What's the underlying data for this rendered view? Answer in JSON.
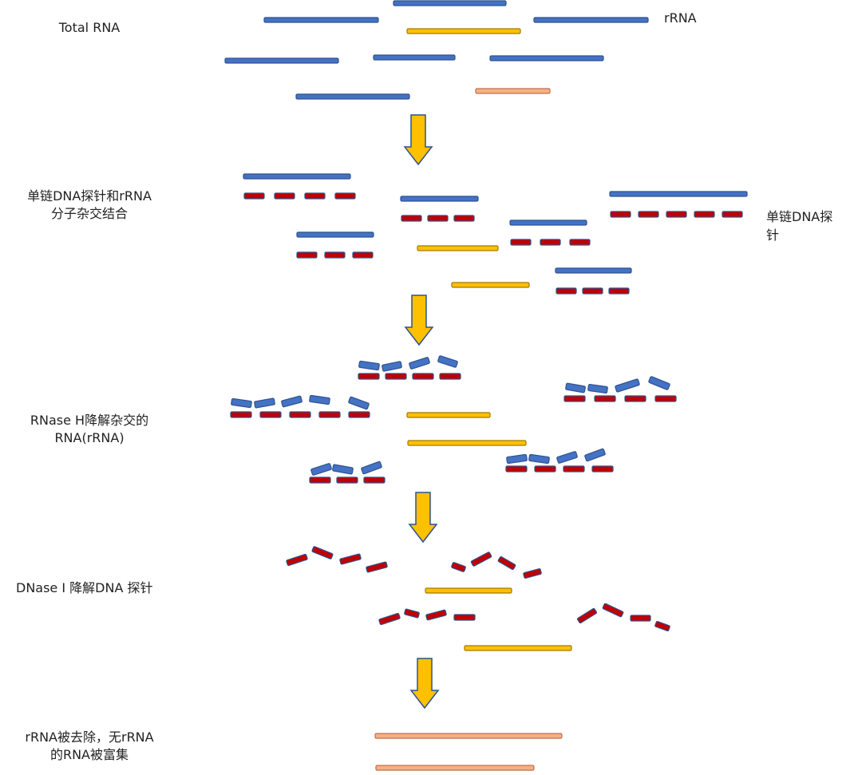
{
  "labels": {
    "total_rna": "Total RNA",
    "rrna": "rRNA",
    "step1_line1": "单链DNA探针和rRNA",
    "step1_line2": "分子杂交结合",
    "probe_line1": "单链DNA探",
    "probe_line2": "针",
    "step2_line1": "RNase H降解杂交的",
    "step2_line2": "RNA(rRNA)",
    "step3": "DNase I 降解DNA 探针",
    "step4_line1": "rRNA被去除，无rRNA",
    "step4_line2": "的RNA被富集"
  },
  "colors": {
    "rrna_blue": "#4472C4",
    "rrna_stroke": "#2F528F",
    "mrna_yellow": "#FFC000",
    "mrna_stroke": "#A07A00",
    "other_pink": "#F4B183",
    "other_stroke": "#C07050",
    "probe_red": "#C00000",
    "probe_stroke": "#2F528F",
    "arrow": "#FFC000",
    "arrow_stroke": "#2F528F"
  }
}
